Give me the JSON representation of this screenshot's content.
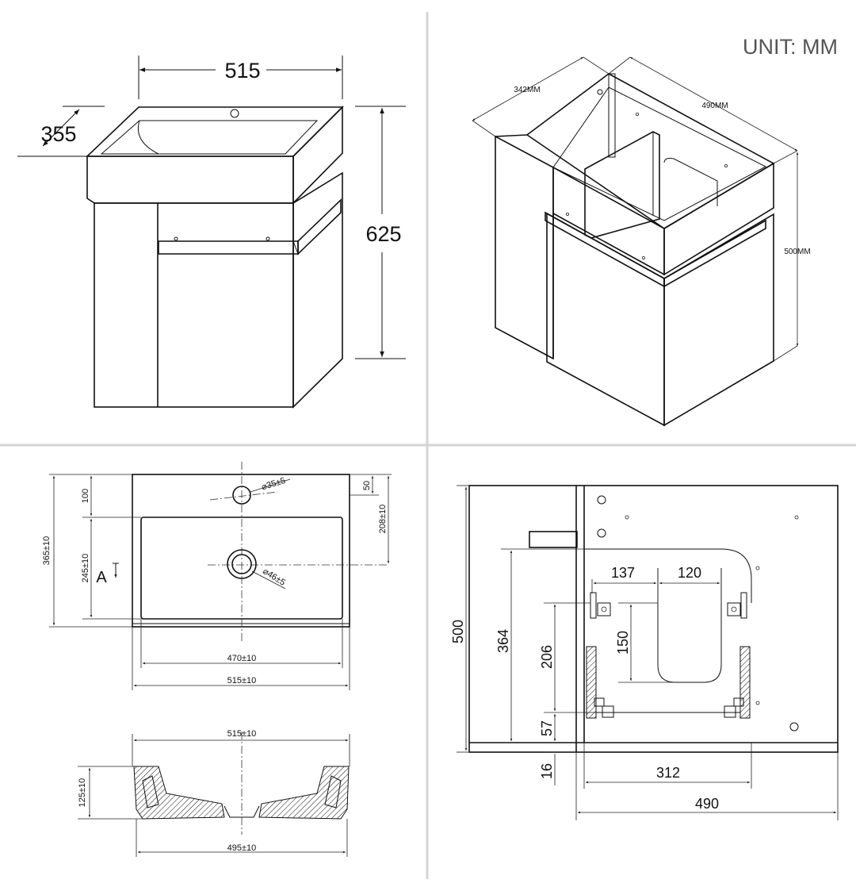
{
  "unit_label": "UNIT: MM",
  "views": {
    "front": {
      "width": "515",
      "depth": "355",
      "height": "625"
    },
    "isometric": {
      "depth": "342MM",
      "width": "490MM",
      "height": "500MM"
    },
    "basin_top": {
      "tap_hole": "⌀35±5",
      "drain_hole": "⌀46±5",
      "edge_offset": "50",
      "drain_offset": "208±10",
      "back_rim": "100",
      "overall_depth": "365±10",
      "inner_depth": "245±10",
      "section_marker": "A",
      "inner_width": "470±10",
      "outer_width": "515±10"
    },
    "basin_section": {
      "top_width": "515±10",
      "height": "125±10",
      "bottom_width": "495±10"
    },
    "cabinet_side": {
      "w137": "137",
      "w120": "120",
      "h500": "500",
      "h364": "364",
      "h206": "206",
      "h150": "150",
      "h57": "57",
      "h16": "16",
      "w312": "312",
      "w490": "490"
    }
  }
}
